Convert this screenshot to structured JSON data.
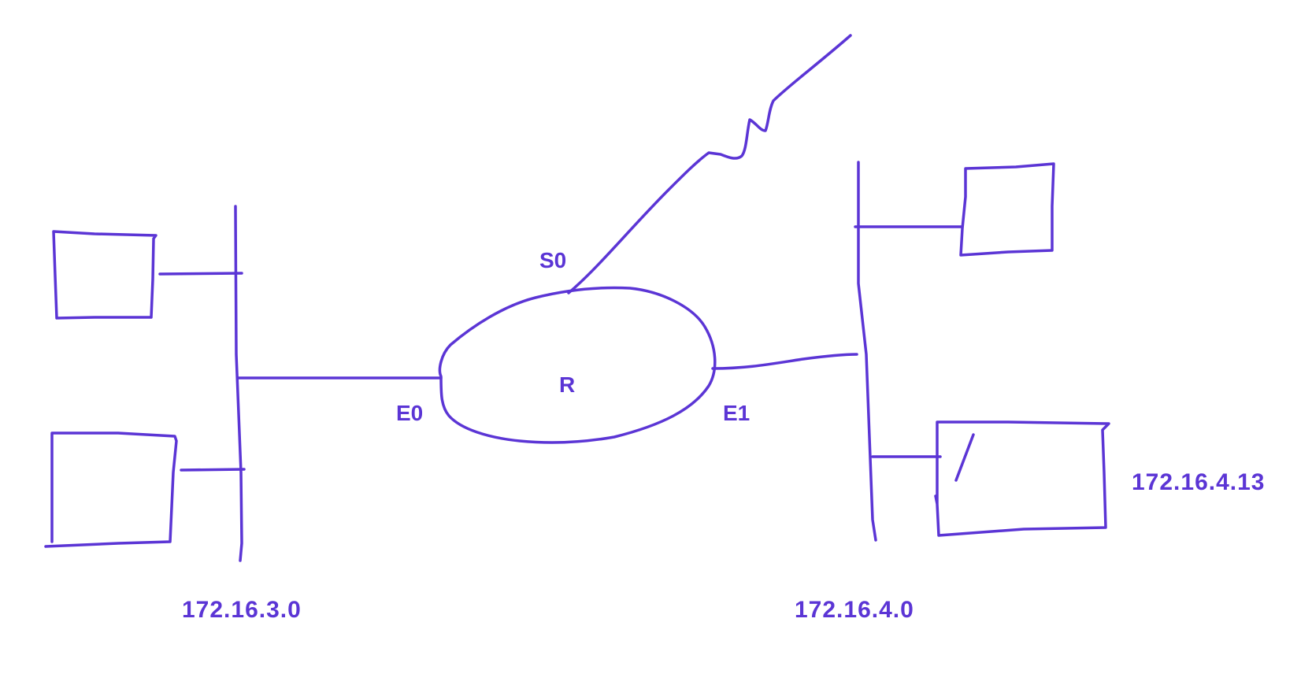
{
  "diagram": {
    "color": "#5B35D5",
    "router": {
      "label": "R"
    },
    "interfaces": {
      "s0": "S0",
      "e0": "E0",
      "e1": "E1"
    },
    "networks": {
      "left": "172.16.3.0",
      "right": "172.16.4.0"
    },
    "host_address": "172.16.4.13"
  }
}
